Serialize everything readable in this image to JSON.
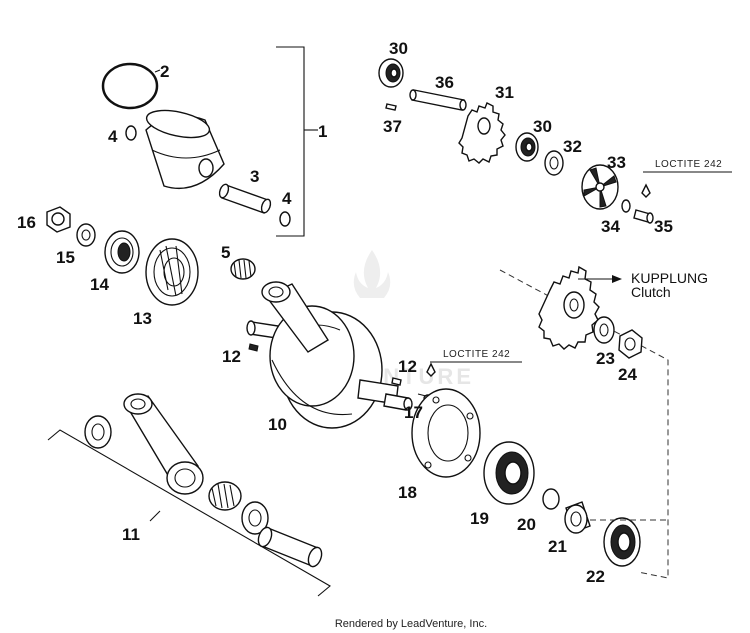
{
  "watermark": "LEADVENTURE",
  "footer": "Rendered by LeadVenture, Inc.",
  "notes": {
    "loctite_top": "LOCTITE 242",
    "loctite_mid": "LOCTITE 242",
    "clutch_de": "KUPPLUNG",
    "clutch_en": "Clutch"
  },
  "callouts": {
    "c1": "1",
    "c2": "2",
    "c3": "3",
    "c4a": "4",
    "c4b": "4",
    "c5": "5",
    "c10": "10",
    "c11": "11",
    "c12a": "12",
    "c12b": "12",
    "c13": "13",
    "c14": "14",
    "c15": "15",
    "c16": "16",
    "c17": "17",
    "c18": "18",
    "c19": "19",
    "c20": "20",
    "c21": "21",
    "c22": "22",
    "c23": "23",
    "c24": "24",
    "c30a": "30",
    "c30b": "30",
    "c31": "31",
    "c32": "32",
    "c33": "33",
    "c34": "34",
    "c35": "35",
    "c36": "36",
    "c37": "37"
  }
}
